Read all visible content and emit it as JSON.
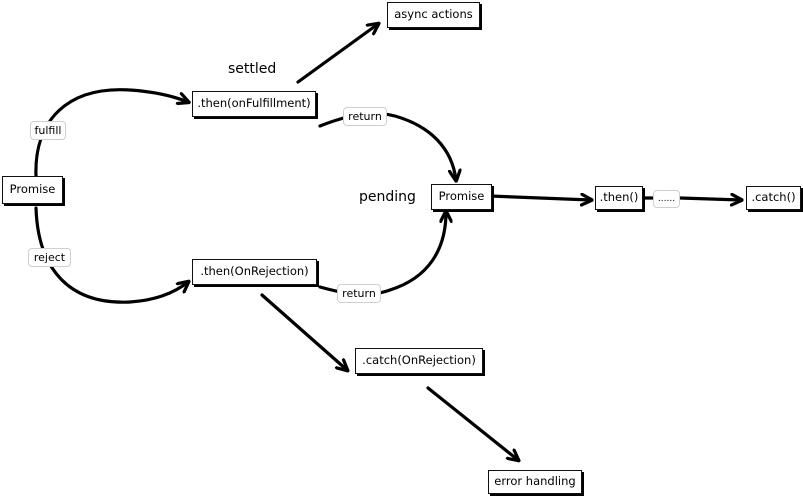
{
  "nodes": {
    "promise_start": "Promise",
    "then_fulfillment": ".then(onFulfillment)",
    "then_rejection": ".then(OnRejection)",
    "async_actions": "async actions",
    "promise_pending": "Promise",
    "then_chain": ".then()",
    "ellipsis": "......",
    "catch_chain": ".catch()",
    "catch_rejection": ".catch(OnRejection)",
    "error_handling": "error handling"
  },
  "edge_labels": {
    "fulfill": "fulfill",
    "reject": "reject",
    "return_top": "return",
    "return_bottom": "return"
  },
  "states": {
    "settled": "settled",
    "pending": "pending"
  }
}
